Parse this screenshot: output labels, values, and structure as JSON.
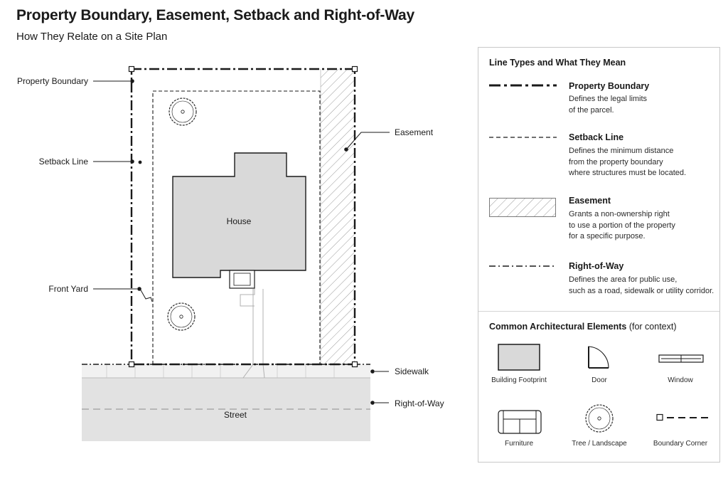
{
  "title": "Property Boundary, Easement, Setback and Right-of-Way",
  "subtitle": "How They Relate on a Site Plan",
  "plan_labels": {
    "property_boundary": "Property Boundary",
    "setback_line": "Setback Line",
    "front_yard": "Front Yard",
    "easement": "Easement",
    "sidewalk": "Sidewalk",
    "right_of_way": "Right-of-Way",
    "house": "House",
    "street": "Street"
  },
  "legend": {
    "heading": "Line Types and What They Mean",
    "items": [
      {
        "name": "Property Boundary",
        "description": "Defines the legal limits\nof the parcel."
      },
      {
        "name": "Setback Line",
        "description": "Defines the minimum distance\nfrom the property boundary\nwhere structures must be located."
      },
      {
        "name": "Easement",
        "description": "Grants a non-ownership right\nto use a portion of the property\nfor a specific purpose."
      },
      {
        "name": "Right-of-Way",
        "description": "Defines the area for public use,\nsuch as a road, sidewalk or utility corridor."
      }
    ],
    "elements_heading": "Common Architectural Elements",
    "elements_heading_note": "(for context)",
    "elements": [
      {
        "name": "Building Footprint",
        "icon": "building-footprint-icon"
      },
      {
        "name": "Door",
        "icon": "door-icon"
      },
      {
        "name": "Window",
        "icon": "window-icon"
      },
      {
        "name": "Furniture",
        "icon": "sofa-icon"
      },
      {
        "name": "Tree / Landscape",
        "icon": "tree-icon"
      },
      {
        "name": "Boundary Corner",
        "icon": "boundary-corner-icon"
      }
    ]
  },
  "colors": {
    "line": "#1a1a1a",
    "house_fill": "#d9d9d9",
    "street_fill": "#e2e2e2",
    "sidewalk_fill": "#f1f1f1",
    "easement_hatch": "#9a9a9a"
  }
}
